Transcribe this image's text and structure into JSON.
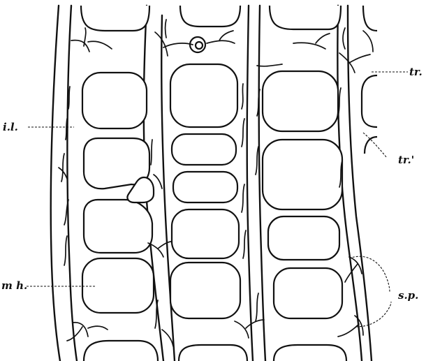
{
  "labels": {
    "il": "i.l.",
    "mh": "m h.",
    "tr": "tr.",
    "tr_prime": "tr.'",
    "sp": "s.p."
  },
  "colors": {
    "ink": "#111111",
    "paper": "#ffffff"
  }
}
